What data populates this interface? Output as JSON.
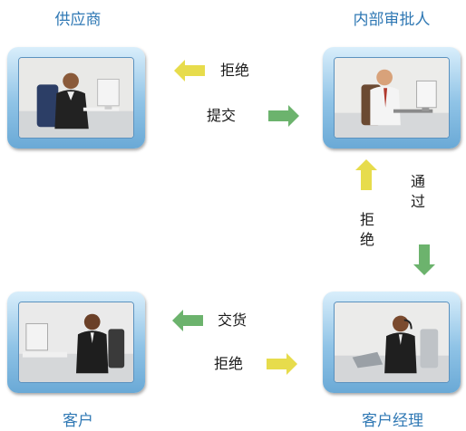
{
  "roles": {
    "supplier": "供应商",
    "internal_approver": "内部审批人",
    "customer": "客户",
    "account_manager": "客户经理"
  },
  "flows": {
    "reject_to_supplier": "拒绝",
    "submit_to_approver": "提交",
    "pass": "通过",
    "reject_up": "拒绝",
    "deliver_to_customer": "交货",
    "reject_to_manager": "拒绝"
  },
  "colors": {
    "yellow_arrow": "#e7dc4c",
    "green_arrow": "#6cb36d",
    "label_blue": "#2f78b4",
    "frame_blue": "#8fc3e6"
  }
}
